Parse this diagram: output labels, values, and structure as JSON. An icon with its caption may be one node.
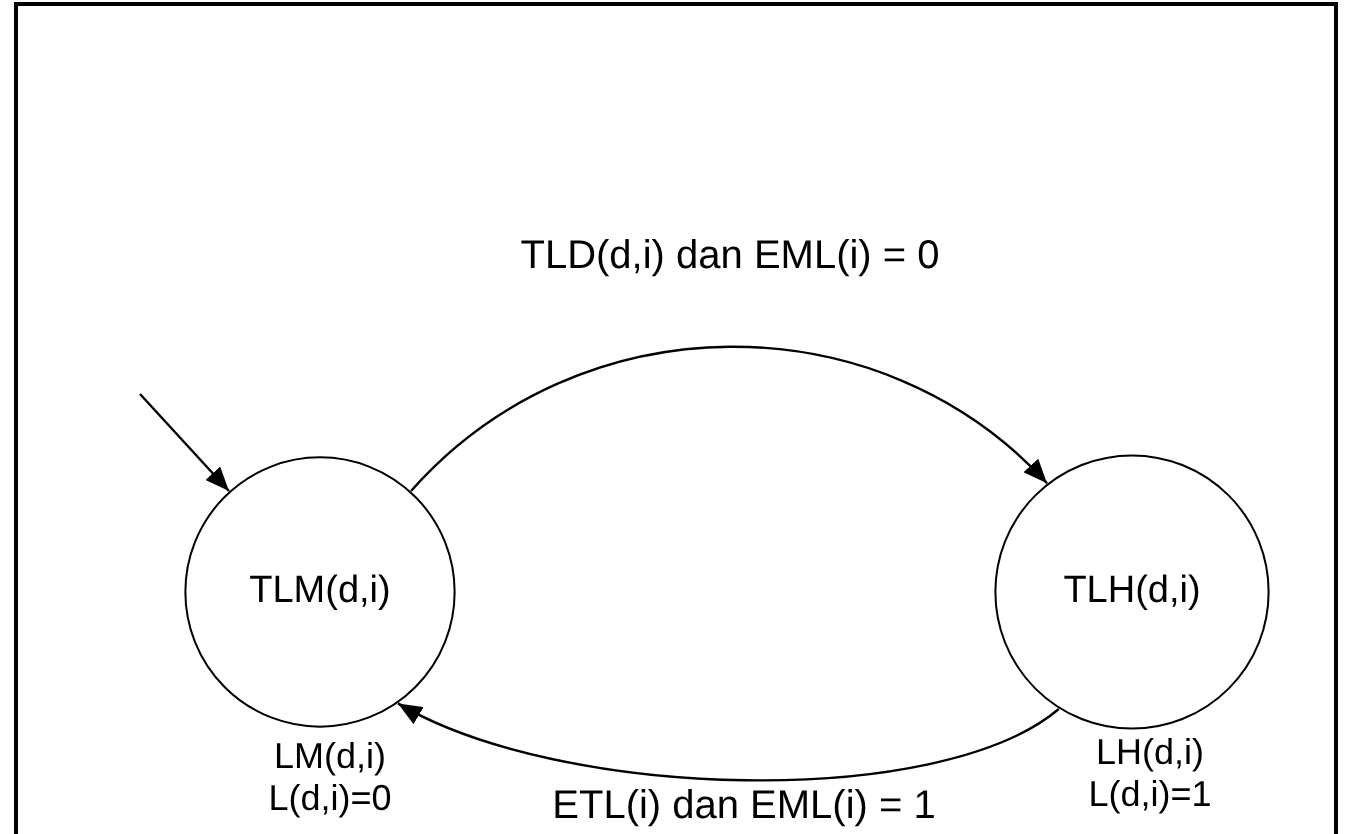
{
  "diagram": {
    "nodes": [
      {
        "text": [
          "TLM(d,i)"
        ],
        "beside": [
          "LM(d,i)",
          "L(d,i)=0"
        ]
      },
      {
        "text": [
          "TLH(d,i)"
        ],
        "beside": [
          "LH(d,i)",
          "L(d,i)=1"
        ]
      }
    ],
    "edges": [
      {
        "from": null,
        "to": 0,
        "arrow": "to"
      },
      {
        "from": 0,
        "to": 1,
        "arrow": "to",
        "label": "TLD(d,i) dan EML(i) = 0"
      },
      {
        "from": 1,
        "to": 0,
        "arrow": "to",
        "label": "ETL(i) dan EML(i) = 1"
      }
    ]
  }
}
